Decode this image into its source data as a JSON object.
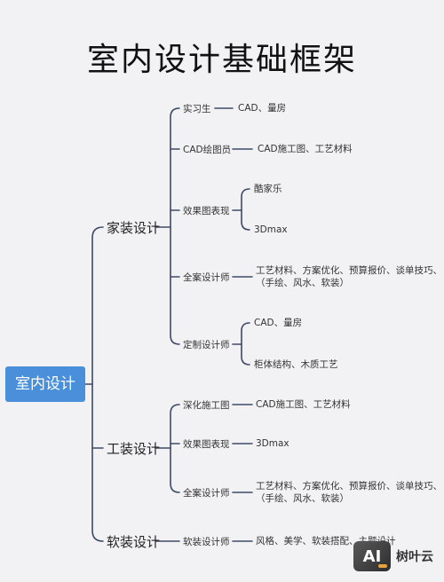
{
  "title": "室内设计基础框架",
  "root": "室内设计",
  "branches": {
    "home": {
      "label": "家装设计",
      "items": {
        "intern": {
          "label": "实习生",
          "leaf": "CAD、量房"
        },
        "cad": {
          "label": "CAD绘图员",
          "leaf": "CAD施工图、工艺材料"
        },
        "render": {
          "label": "效果图表现",
          "leaves": [
            "酷家乐",
            "3Dmax"
          ]
        },
        "full": {
          "label": "全案设计师",
          "leaf_lines": [
            "工艺材料、方案优化、预算报价、谈单技巧、",
            "（手绘、风水、软装）"
          ]
        },
        "custom": {
          "label": "定制设计师",
          "leaves": [
            "CAD、量房",
            "柜体结构、木质工艺"
          ]
        }
      }
    },
    "tool": {
      "label": "工装设计",
      "items": {
        "deepen": {
          "label": "深化施工图",
          "leaf": "CAD施工图、工艺材料"
        },
        "render": {
          "label": "效果图表现",
          "leaf": "3Dmax"
        },
        "full": {
          "label": "全案设计师",
          "leaf_lines": [
            "工艺材料、方案优化、预算报价、谈单技巧、",
            "（手绘、风水、软装）"
          ]
        }
      }
    },
    "soft": {
      "label": "软装设计",
      "items": {
        "designer": {
          "label": "软装设计师",
          "leaf": "风格、美学、软装搭配、主题设计"
        }
      }
    }
  },
  "watermark": {
    "logo": "AI",
    "text": "树叶云"
  },
  "colors": {
    "line": "#3d4a66",
    "root_bg": "#4a8fd9"
  }
}
